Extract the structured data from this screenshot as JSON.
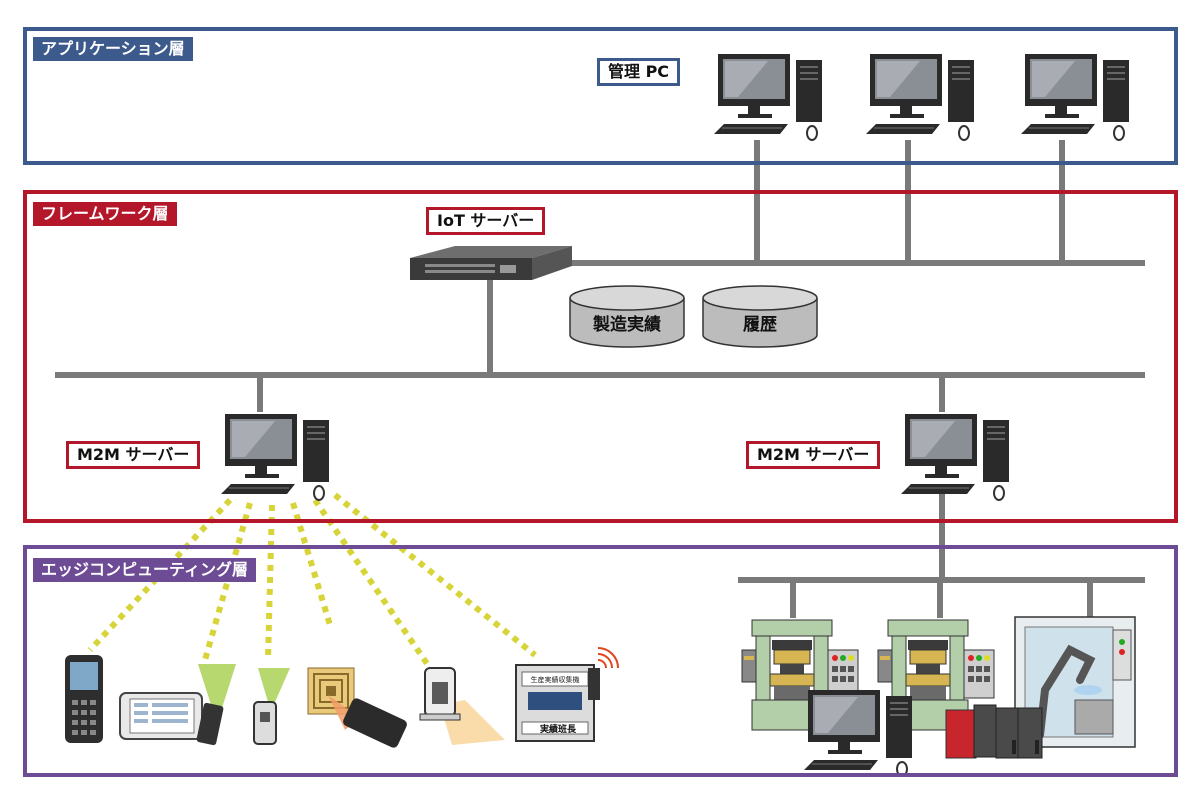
{
  "colors": {
    "application_layer": "#3d5a8c",
    "framework_layer": "#b5172a",
    "edge_layer": "#6e4c95",
    "network_line": "#7a7a7a",
    "wireless_link": "#d7d43a"
  },
  "layers": {
    "application": {
      "title": "アプリケーション層"
    },
    "framework": {
      "title": "フレームワーク層"
    },
    "edge": {
      "title": "エッジコンピューティング層"
    }
  },
  "labels": {
    "admin_pc": "管理 PC",
    "iot_server": "IoT サーバー",
    "m2m_server_left": "M2M サーバー",
    "m2m_server_right": "M2M サーバー"
  },
  "databases": {
    "production": "製造実績",
    "history": "履歴"
  },
  "devices": {
    "terminal_brand": "実績班長",
    "terminal_screen_title": "生産実績収集機"
  },
  "icons": [
    "desktop-pc-icon",
    "rack-server-icon",
    "database-icon",
    "handheld-terminal-icon",
    "tablet-icon",
    "barcode-scanner-icon",
    "rfid-reader-icon",
    "fixed-scanner-icon",
    "data-collection-terminal-icon",
    "press-machine-icon",
    "robot-cell-icon",
    "plc-icon"
  ]
}
